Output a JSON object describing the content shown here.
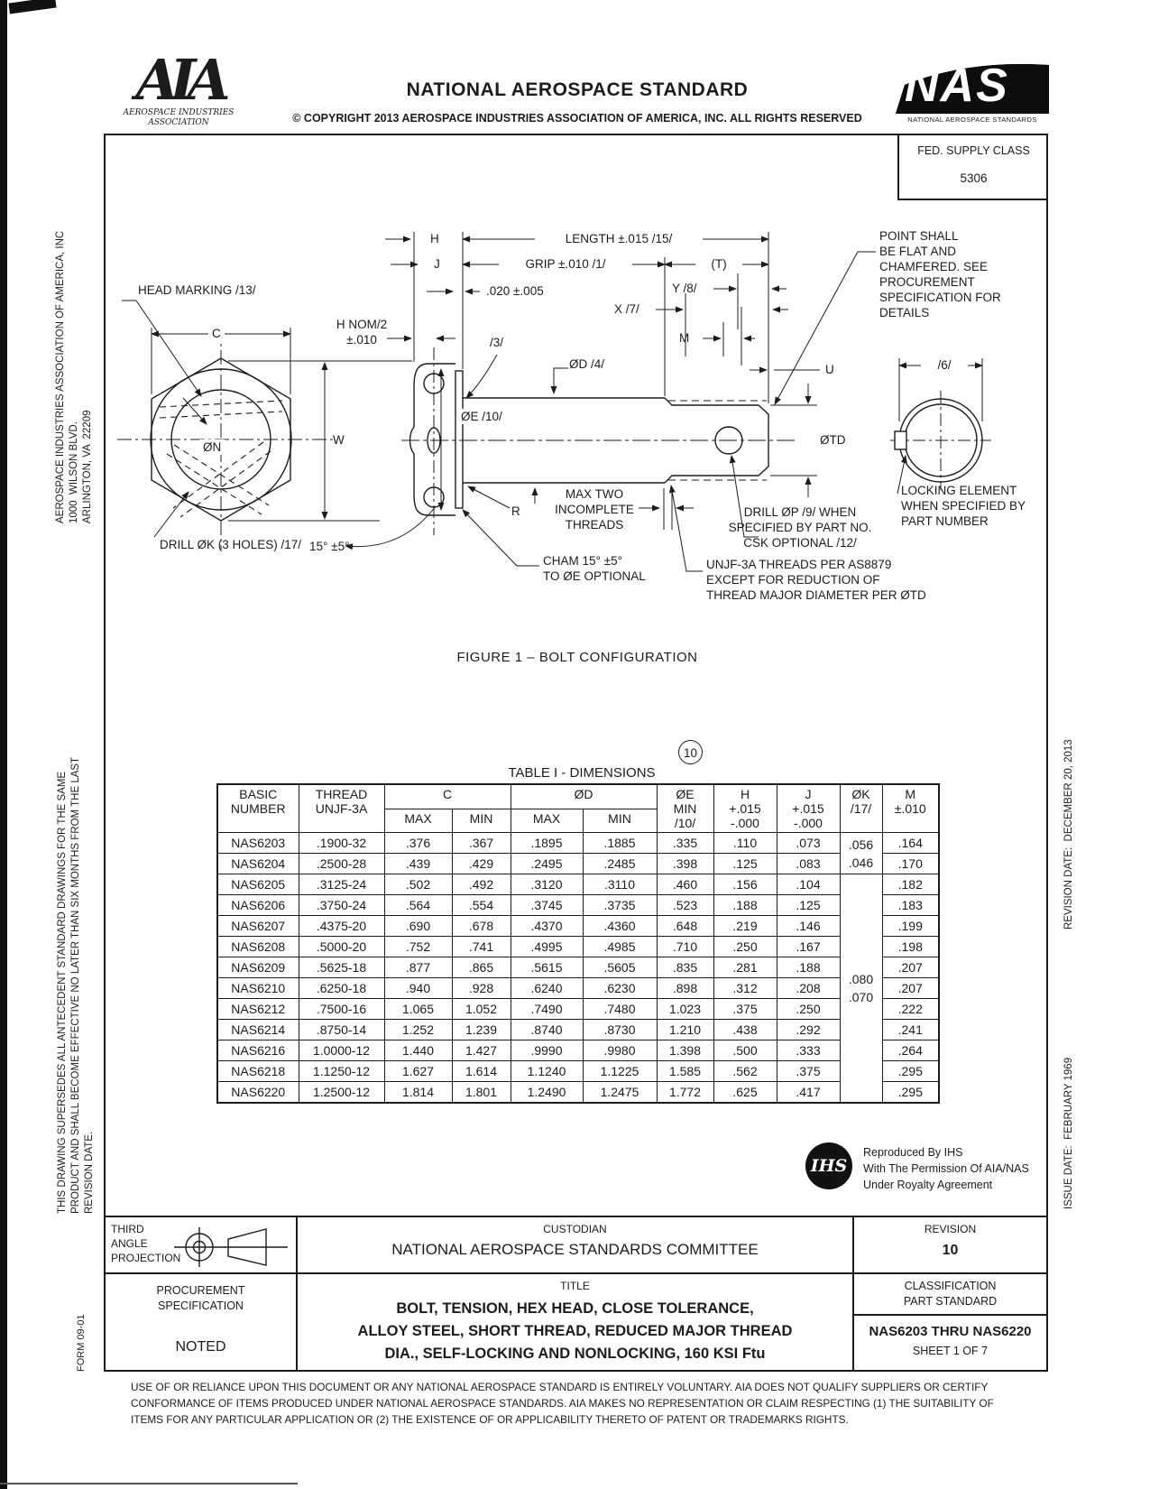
{
  "header": {
    "aia_letters": "AIA",
    "aia_sub": "AEROSPACE INDUSTRIES\nASSOCIATION",
    "title": "NATIONAL AEROSPACE STANDARD",
    "copyright": "© COPYRIGHT 2013 AEROSPACE INDUSTRIES ASSOCIATION OF AMERICA, INC. ALL RIGHTS RESERVED",
    "nas_letters": "NAS",
    "nas_sub": "NATIONAL AEROSPACE STANDARDS"
  },
  "supply_class": {
    "label": "FED. SUPPLY CLASS",
    "value": "5306"
  },
  "margin_notes": {
    "address": "AEROSPACE INDUSTRIES ASSOCIATION OF AMERICA, INC\n1000  WILSON BLVD.\nARLINGTON, VA  22209",
    "supersede": "THIS DRAWING SUPERSEDES ALL ANTECEDENT STANDARD DRAWINGS FOR THE SAME\nPRODUCT AND SHALL BECOME EFFECTIVE NO LATER THAN SIX MONTHS FROM THE LAST\nREVISION DATE.",
    "form": "FORM 09-01",
    "revision_date": "REVISION DATE:  DECEMBER 20, 2013",
    "issue_date": "ISSUE DATE:  FEBRUARY 1969"
  },
  "figure": {
    "caption": "FIGURE 1 – BOLT CONFIGURATION",
    "labels": {
      "head_marking": "HEAD MARKING /13/",
      "c": "C",
      "on": "ØN",
      "w": "W",
      "drill_k": "DRILL ØK (3 HOLES) /17/",
      "ang15": "15° ±5°",
      "h": "H",
      "j": "J",
      "length": "LENGTH ±.015 /15/",
      "grip": "GRIP ±.010 /1/",
      "t": "(T)",
      "y8": "Y /8/",
      "x7": "X /7/",
      "m": "M",
      "u": "U",
      "d020": ".020 ±.005",
      "hnom": "H NOM/2\n±.010",
      "n3": "/3/",
      "od4": "ØD /4/",
      "oe10": "ØE /10/",
      "otd": "ØTD",
      "n6": "/6/",
      "point_note": "POINT SHALL\nBE FLAT AND\nCHAMFERED. SEE\nPROCUREMENT\nSPECIFICATION FOR\nDETAILS",
      "locking": "LOCKING ELEMENT\nWHEN SPECIFIED BY\nPART NUMBER",
      "drill_p": "DRILL ØP /9/ WHEN\nSPECIFIED BY PART NO.\nCSK OPTIONAL /12/",
      "max_two": "MAX TWO\nINCOMPLETE\nTHREADS",
      "r": "R",
      "cham": "CHAM 15° ±5°\nTO ØE OPTIONAL",
      "unjf": "UNJF-3A THREADS PER AS8879\nEXCEPT FOR REDUCTION OF\nTHREAD MAJOR DIAMETER PER ØTD"
    }
  },
  "table": {
    "change_marker": "10",
    "title": "TABLE I - DIMENSIONS",
    "headers": {
      "basic": "BASIC\nNUMBER",
      "thread": "THREAD\nUNJF-3A",
      "c": "C",
      "od": "ØD",
      "oe": "ØE\nMIN\n/10/",
      "h": "H\n+.015\n-.000",
      "j": "J\n+.015\n-.000",
      "ok": "ØK\n/17/",
      "m": "M\n±.010",
      "max": "MAX",
      "min": "MIN"
    },
    "rows": [
      [
        "NAS6203",
        ".1900-32",
        ".376",
        ".367",
        ".1895",
        ".1885",
        ".335",
        ".110",
        ".073",
        ".164"
      ],
      [
        "NAS6204",
        ".2500-28",
        ".439",
        ".429",
        ".2495",
        ".2485",
        ".398",
        ".125",
        ".083",
        ".170"
      ],
      [
        "NAS6205",
        ".3125-24",
        ".502",
        ".492",
        ".3120",
        ".3110",
        ".460",
        ".156",
        ".104",
        ".182"
      ],
      [
        "NAS6206",
        ".3750-24",
        ".564",
        ".554",
        ".3745",
        ".3735",
        ".523",
        ".188",
        ".125",
        ".183"
      ],
      [
        "NAS6207",
        ".4375-20",
        ".690",
        ".678",
        ".4370",
        ".4360",
        ".648",
        ".219",
        ".146",
        ".199"
      ],
      [
        "NAS6208",
        ".5000-20",
        ".752",
        ".741",
        ".4995",
        ".4985",
        ".710",
        ".250",
        ".167",
        ".198"
      ],
      [
        "NAS6209",
        ".5625-18",
        ".877",
        ".865",
        ".5615",
        ".5605",
        ".835",
        ".281",
        ".188",
        ".207"
      ],
      [
        "NAS6210",
        ".6250-18",
        ".940",
        ".928",
        ".6240",
        ".6230",
        ".898",
        ".312",
        ".208",
        ".207"
      ],
      [
        "NAS6212",
        ".7500-16",
        "1.065",
        "1.052",
        ".7490",
        ".7480",
        "1.023",
        ".375",
        ".250",
        ".222"
      ],
      [
        "NAS6214",
        ".8750-14",
        "1.252",
        "1.239",
        ".8740",
        ".8730",
        "1.210",
        ".438",
        ".292",
        ".241"
      ],
      [
        "NAS6216",
        "1.0000-12",
        "1.440",
        "1.427",
        ".9990",
        ".9980",
        "1.398",
        ".500",
        ".333",
        ".264"
      ],
      [
        "NAS6218",
        "1.1250-12",
        "1.627",
        "1.614",
        "1.1240",
        "1.1225",
        "1.585",
        ".562",
        ".375",
        ".295"
      ],
      [
        "NAS6220",
        "1.2500-12",
        "1.814",
        "1.801",
        "1.2490",
        "1.2475",
        "1.772",
        ".625",
        ".417",
        ".295"
      ]
    ],
    "ok_cells": [
      {
        "row": 0,
        "rowspan": 2,
        "text": ".056\n.046"
      },
      {
        "row": 2,
        "rowspan": 11,
        "text": ".080\n.070"
      }
    ]
  },
  "ihs": {
    "logo_text": "IHS",
    "credit": "Reproduced By IHS\nWith The Permission Of AIA/NAS\nUnder Royalty Agreement"
  },
  "footer": {
    "projection_label": "THIRD\nANGLE\nPROJECTION",
    "custodian_label": "CUSTODIAN",
    "custodian": "NATIONAL AEROSPACE STANDARDS COMMITTEE",
    "revision_label": "REVISION",
    "revision": "10",
    "procurement_label": "PROCUREMENT\nSPECIFICATION",
    "procurement": "NOTED",
    "title_label": "TITLE",
    "title": "BOLT, TENSION, HEX HEAD, CLOSE TOLERANCE,\nALLOY STEEL, SHORT THREAD, REDUCED MAJOR THREAD\nDIA., SELF-LOCKING AND NONLOCKING, 160 KSI Ftu",
    "classification_label": "CLASSIFICATION\nPART STANDARD",
    "part_range": "NAS6203 THRU NAS6220",
    "sheet": "SHEET 1 OF 7"
  },
  "disclaimer": "USE OF OR RELIANCE UPON THIS DOCUMENT OR ANY NATIONAL AEROSPACE STANDARD IS ENTIRELY VOLUNTARY.  AIA DOES NOT QUALIFY SUPPLIERS OR CERTIFY\nCONFORMANCE OF ITEMS PRODUCED UNDER NATIONAL AEROSPACE STANDARDS.  AIA MAKES NO REPRESENTATION OR CLAIM RESPECTING (1) THE SUITABILITY OF\nITEMS FOR ANY PARTICULAR APPLICATION OR (2) THE EXISTENCE OF OR APPLICABILITY THERETO OF PATENT OR TRADEMARKS RIGHTS."
}
